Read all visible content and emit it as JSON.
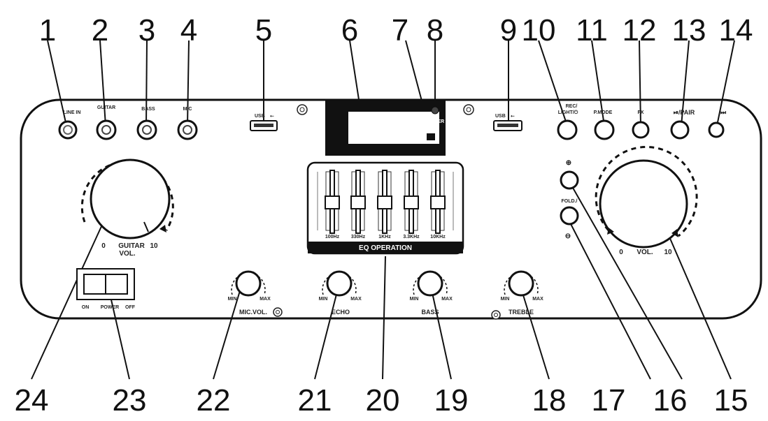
{
  "callouts": [
    "1",
    "2",
    "3",
    "4",
    "5",
    "6",
    "7",
    "8",
    "9",
    "10",
    "11",
    "12",
    "13",
    "14",
    "15",
    "16",
    "17",
    "18",
    "19",
    "20",
    "21",
    "22",
    "23",
    "24"
  ],
  "jacks": {
    "line_in": "LINE IN",
    "guitar": "GUITAR",
    "bass": "BASS",
    "mic": "MIC"
  },
  "usb": {
    "left": "USB",
    "right": "USB"
  },
  "power_led": "POWER",
  "buttons": {
    "rec": "REC/",
    "rec2": "LIGHT/⏻",
    "pmode": "P.MODE",
    "fx": "FX",
    "play_pair": "⏯/PAIR",
    "next": "⏭",
    "fold": "FOLD./"
  },
  "guitar_vol": {
    "min": "0",
    "max": "10",
    "label1": "GUITAR",
    "label2": "VOL."
  },
  "master_vol": {
    "min": "0",
    "max": "10",
    "label": "VOL."
  },
  "eq": {
    "title": "EQ OPERATION",
    "bands": [
      "100Hz",
      "330Hz",
      "1KHz",
      "3.3KHz",
      "10KHz"
    ]
  },
  "power_switch": {
    "on": "ON",
    "label": "POWER",
    "off": "OFF"
  },
  "knobs": {
    "mic_vol": "MIC.VOL.",
    "echo": "ECHO",
    "bass": "BASS",
    "treble": "TREBLE",
    "min": "MIN",
    "max": "MAX"
  }
}
